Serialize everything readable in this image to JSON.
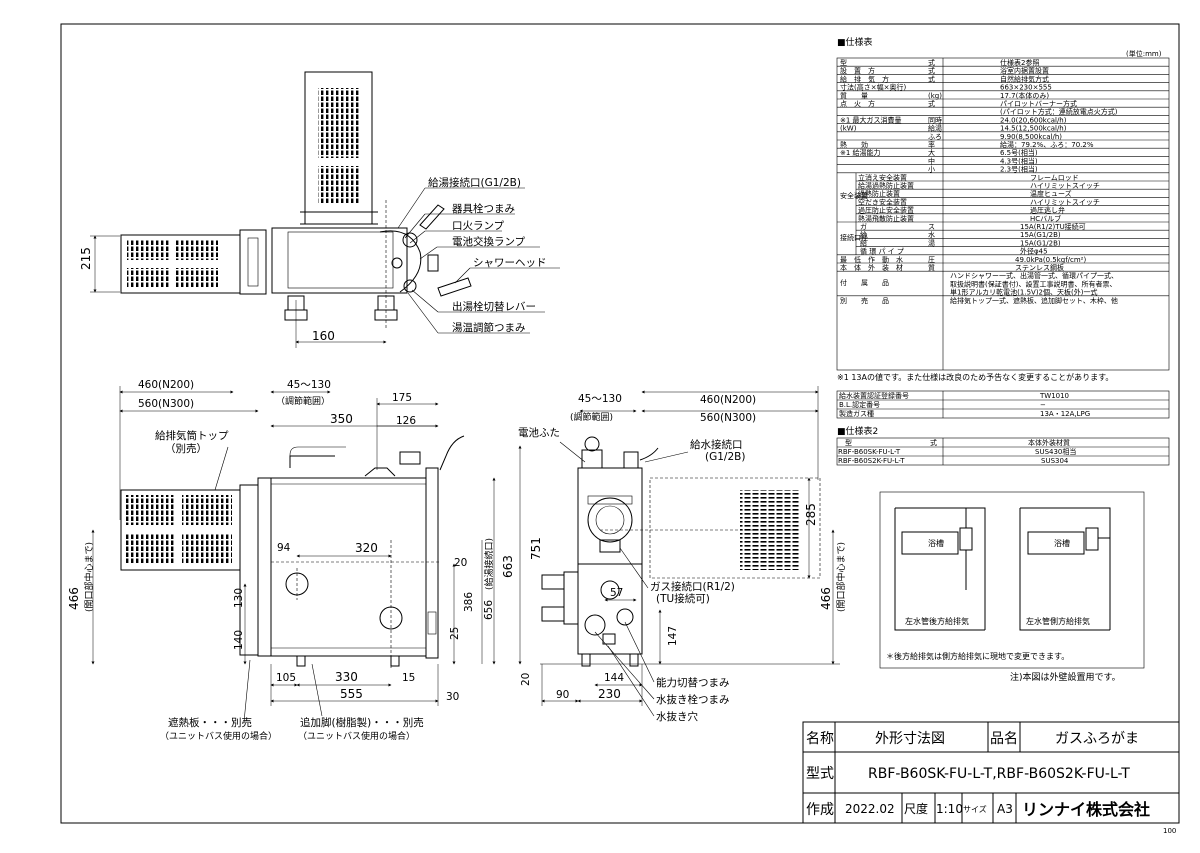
{
  "drawing": {
    "corner_number": "100",
    "top_view": {
      "labels": [
        "給湯接続口(G1/2B)",
        "器具栓つまみ",
        "口火ランプ",
        "電池交換ランプ",
        "シャワーヘッド",
        "出湯栓切替レバー",
        "湯温調節つまみ"
      ],
      "dims": [
        "215",
        "160"
      ]
    },
    "front_view": {
      "labels": [
        "給排気筒トップ",
        "（別売）",
        "遮熱板・・・別売",
        "（ユニットバス使用の場合）",
        "追加脚(樹脂製)・・・別売",
        "（ユニットバス使用の場合）",
        "（調節範囲）",
        "(給湯接続口)",
        "(開口部中心まで)"
      ],
      "dims": [
        "460(N200)",
        "560(N300)",
        "45～130",
        "175",
        "350",
        "126",
        "94",
        "320",
        "20",
        "663",
        "751",
        "386",
        "656",
        "25",
        "466",
        "130",
        "140",
        "105",
        "330",
        "15",
        "555",
        "30",
        "20"
      ]
    },
    "side_view": {
      "labels": [
        "電池ふた",
        "給水接続口",
        "(G1/2B)",
        "ガス接続口(R1/2)",
        "(TU接続可)",
        "能力切替つまみ",
        "水抜き栓つまみ",
        "水抜き穴",
        "(調節範囲)",
        "(開口部中心まで)"
      ],
      "dims": [
        "45～130",
        "460(N200)",
        "560(N300)",
        "285",
        "57",
        "147",
        "466",
        "144",
        "90",
        "230"
      ]
    }
  },
  "spec": {
    "title": "■仕様表",
    "unit": "(単位:mm)",
    "rows": [
      [
        "型",
        "式",
        "仕様表2参照"
      ],
      [
        "設　置　方",
        "式",
        "浴室内据置設置"
      ],
      [
        "給　排　気　方",
        "式",
        "自然給排気方式"
      ],
      [
        "寸法(高さ×幅×奥行)",
        "",
        "663×230×555"
      ],
      [
        "質　　量",
        "(kg)",
        "17.7(本体のみ)"
      ],
      [
        "点　火　方",
        "式",
        "パイロットバーナー方式"
      ],
      [
        "",
        "",
        "(パイロット方式：連続放電点火方式)"
      ],
      [
        "※1 最大ガス消費量",
        "同時",
        "24.0(20,600kcal/h)"
      ],
      [
        "(kW)",
        "給湯",
        "14.5(12,500kcal/h)"
      ],
      [
        "",
        "ふろ",
        "9.90(8,500kcal/h)"
      ],
      [
        "熱　　効",
        "率",
        "給湯：79.2%、ふろ：70.2%"
      ],
      [
        "※1 給湯能力",
        "大",
        "6.5号(相当)"
      ],
      [
        "",
        "中",
        "4.3号(相当)"
      ],
      [
        "",
        "小",
        "2.3号(相当)"
      ]
    ],
    "safety_group": "安全装置",
    "safety": [
      [
        "立消え安全装置",
        "フレームロッド"
      ],
      [
        "給湯過熱防止装置",
        "ハイリミットスイッチ"
      ],
      [
        "過熱防止装置",
        "温度ヒューズ"
      ],
      [
        "空だき安全装置",
        "ハイリミットスイッチ"
      ],
      [
        "過圧防止安全装置",
        "過圧逃し弁"
      ],
      [
        "熱湯飛散防止装置",
        "HCバルブ"
      ]
    ],
    "conn_group": "接続口径",
    "conn": [
      [
        "ガ",
        "ス",
        "15A(R1/2)TU接続可"
      ],
      [
        "給",
        "水",
        "15A(G1/2B)"
      ],
      [
        "給",
        "湯",
        "15A(G1/2B)"
      ],
      [
        "循 環 パ イ プ",
        "",
        "外径φ45"
      ]
    ],
    "rows2": [
      [
        "最　低　作　動　水",
        "圧",
        "49.0kPa(0.5kgf/cm²)"
      ],
      [
        "本　体　外　装　材",
        "質",
        "ステンレス鋼板"
      ]
    ],
    "accessory_label": "付　　属　　品",
    "accessory": [
      "ハンドシャワー一式、出湯管一式、循環パイプ一式、",
      "取扱説明書(保証書付)、設置工事説明書、所有者票、",
      "単1形アルカリ乾電池(1.5V)2個、天板(外)一式"
    ],
    "separate_label": "別　　売　　品",
    "separate": "給排気トップ一式、遮熱板、追加脚セット、木枠、他",
    "note": "※1 13Aの値です。また仕様は改良のため予告なく変更することがあります。",
    "small": [
      [
        "給水装置認証登録番号",
        "TW1010"
      ],
      [
        "B.L.認定番号",
        "−"
      ],
      [
        "製造ガス種",
        "13A・12A,LPG"
      ]
    ],
    "table2_title": "■仕様表2",
    "table2_head": [
      "型",
      "式",
      "本体外装材質"
    ],
    "table2_rows": [
      [
        "RBF-B60SK-FU-L-T",
        "SUS430相当"
      ],
      [
        "RBF-B60S2K-FU-L-T",
        "SUS304"
      ]
    ]
  },
  "install": {
    "bath_label": "浴槽",
    "left_caption": "左水管後方給排気",
    "right_caption": "左水管側方給排気",
    "note1": "＊後方給排気は側方給排気に現地で変更できます。",
    "note2": "注)本図は外壁設置用です。"
  },
  "titleblock": {
    "name_label": "名称",
    "name_value": "外形寸法図",
    "product_label": "品名",
    "product_value": "ガスふろがま",
    "model_label": "型式",
    "model_value": "RBF-B60SK-FU-L-T,RBF-B60S2K-FU-L-T",
    "date_label": "作成",
    "date_value": "2022.02",
    "scale_label": "尺度",
    "scale_value": "1:10",
    "size_label": "サイズ",
    "size_value": "A3",
    "company": "リンナイ株式会社"
  }
}
